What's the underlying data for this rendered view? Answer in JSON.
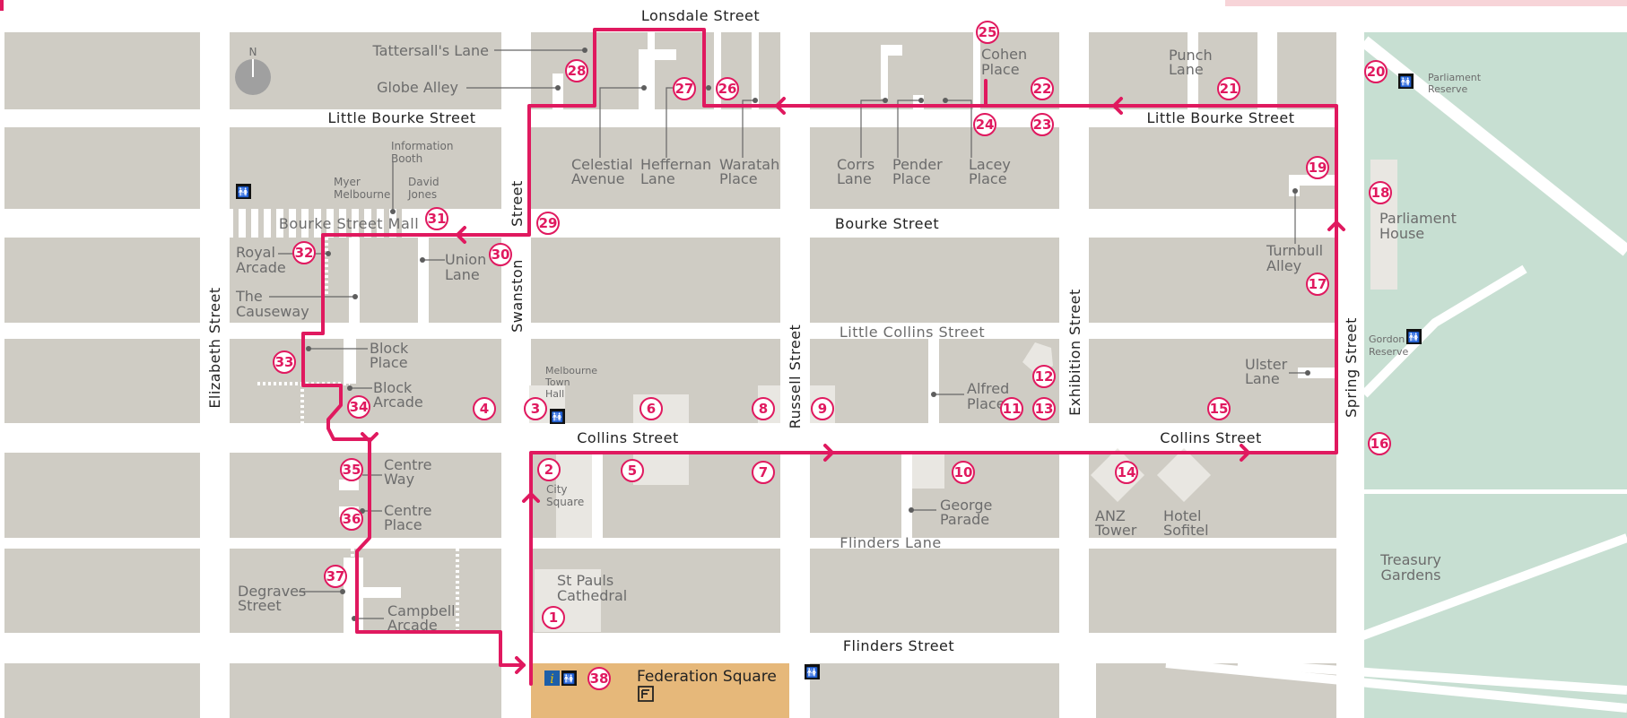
{
  "streets": {
    "lonsdale": "Lonsdale Street",
    "little_bourke_w": "Little Bourke Street",
    "little_bourke_e": "Little Bourke Street",
    "bourke_mall": "Bourke Street Mall",
    "bourke": "Bourke Street",
    "little_collins": "Little Collins Street",
    "collins_w": "Collins Street",
    "collins_e": "Collins Street",
    "flinders_lane": "Flinders Lane",
    "flinders": "Flinders Street",
    "elizabeth": "Elizabeth Street",
    "swanston_1": "Swanston",
    "swanston_2": "Street",
    "russell": "Russell Street",
    "exhibition": "Exhibition Street",
    "spring": "Spring Street"
  },
  "places": {
    "tattersalls": "Tattersall's Lane",
    "globe": "Globe Alley",
    "celestial": [
      "Celestial",
      "Avenue"
    ],
    "heffernan": [
      "Heffernan",
      "Lane"
    ],
    "waratah": [
      "Waratah",
      "Place"
    ],
    "corrs": [
      "Corrs",
      "Lane"
    ],
    "pender": [
      "Pender",
      "Place"
    ],
    "lacey": [
      "Lacey",
      "Place"
    ],
    "cohen": [
      "Cohen",
      "Place"
    ],
    "punch": [
      "Punch",
      "Lane"
    ],
    "info_booth": [
      "Information",
      "Booth"
    ],
    "myer": [
      "Myer",
      "Melbourne"
    ],
    "david_jones": [
      "David",
      "Jones"
    ],
    "royal_arcade": [
      "Royal",
      "Arcade"
    ],
    "union_lane": [
      "Union",
      "Lane"
    ],
    "causeway": [
      "The",
      "Causeway"
    ],
    "block_place": [
      "Block",
      "Place"
    ],
    "block_arcade": [
      "Block",
      "Arcade"
    ],
    "town_hall": [
      "Melbourne",
      "Town",
      "Hall"
    ],
    "alfred": [
      "Alfred",
      "Place"
    ],
    "turnbull": [
      "Turnbull",
      "Alley"
    ],
    "parliament_house": [
      "Parliament",
      "House"
    ],
    "parliament_reserve": [
      "Parliament",
      "Reserve"
    ],
    "gordon_reserve": [
      "Gordon",
      "Reserve"
    ],
    "ulster": [
      "Ulster",
      "Lane"
    ],
    "centre_way": [
      "Centre",
      "Way"
    ],
    "centre_place": [
      "Centre",
      "Place"
    ],
    "city_square": [
      "City",
      "Square"
    ],
    "george_parade": [
      "George",
      "Parade"
    ],
    "anz_tower": [
      "ANZ",
      "Tower"
    ],
    "hotel_sofitel": [
      "Hotel",
      "Sofitel"
    ],
    "degraves": [
      "Degraves",
      "Street"
    ],
    "campbell_arcade": [
      "Campbell",
      "Arcade"
    ],
    "st_pauls": [
      "St Pauls",
      "Cathedral"
    ],
    "treasury": [
      "Treasury",
      "Gardens"
    ],
    "federation_square": "Federation Square",
    "compass_n": "N"
  },
  "stops": [
    "1",
    "2",
    "3",
    "4",
    "5",
    "6",
    "7",
    "8",
    "9",
    "10",
    "11",
    "12",
    "13",
    "14",
    "15",
    "16",
    "17",
    "18",
    "19",
    "20",
    "21",
    "22",
    "23",
    "24",
    "25",
    "26",
    "27",
    "28",
    "29",
    "30",
    "31",
    "32",
    "33",
    "34",
    "35",
    "36",
    "37",
    "38"
  ],
  "colors": {
    "route": "#e0195f",
    "block": "#cfccc4",
    "park": "#c7dfd2",
    "federation_square": "#e6b87a",
    "road": "#ffffff"
  },
  "icons": {
    "toilets": "toilet-icon",
    "info": "information-icon",
    "compass": "north-compass-icon",
    "fed_square_logo": "federation-square-logo-icon"
  }
}
